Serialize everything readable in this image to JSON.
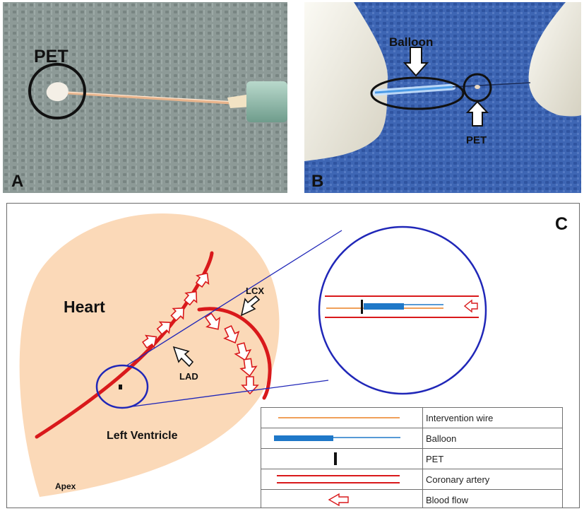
{
  "panel_a": {
    "letter": "A",
    "pet_label": "PET"
  },
  "panel_b": {
    "letter": "B",
    "balloon_label": "Balloon",
    "pet_label": "PET"
  },
  "panel_c": {
    "letter": "C",
    "heart_label": "Heart",
    "lcx_label": "LCX",
    "lad_label": "LAD",
    "ventricle_label": "Left Ventricle",
    "apex_label": "Apex",
    "legend": [
      {
        "symbol": "wire-line",
        "label": "Intervention wire"
      },
      {
        "symbol": "balloon-line",
        "label": "Balloon"
      },
      {
        "symbol": "pet-mark",
        "label": "PET"
      },
      {
        "symbol": "artery-lines",
        "label": "Coronary artery"
      },
      {
        "symbol": "flow-arrow",
        "label": "Blood flow"
      }
    ]
  },
  "colors": {
    "heart_fill": "#fbd9b8",
    "artery": "#d9191b",
    "wire": "#f0a05a",
    "balloon": "#1f78c8",
    "magnifier": "#2027b8",
    "drape_a": "#7f8f8c",
    "drape_b": "#3a62b0"
  }
}
